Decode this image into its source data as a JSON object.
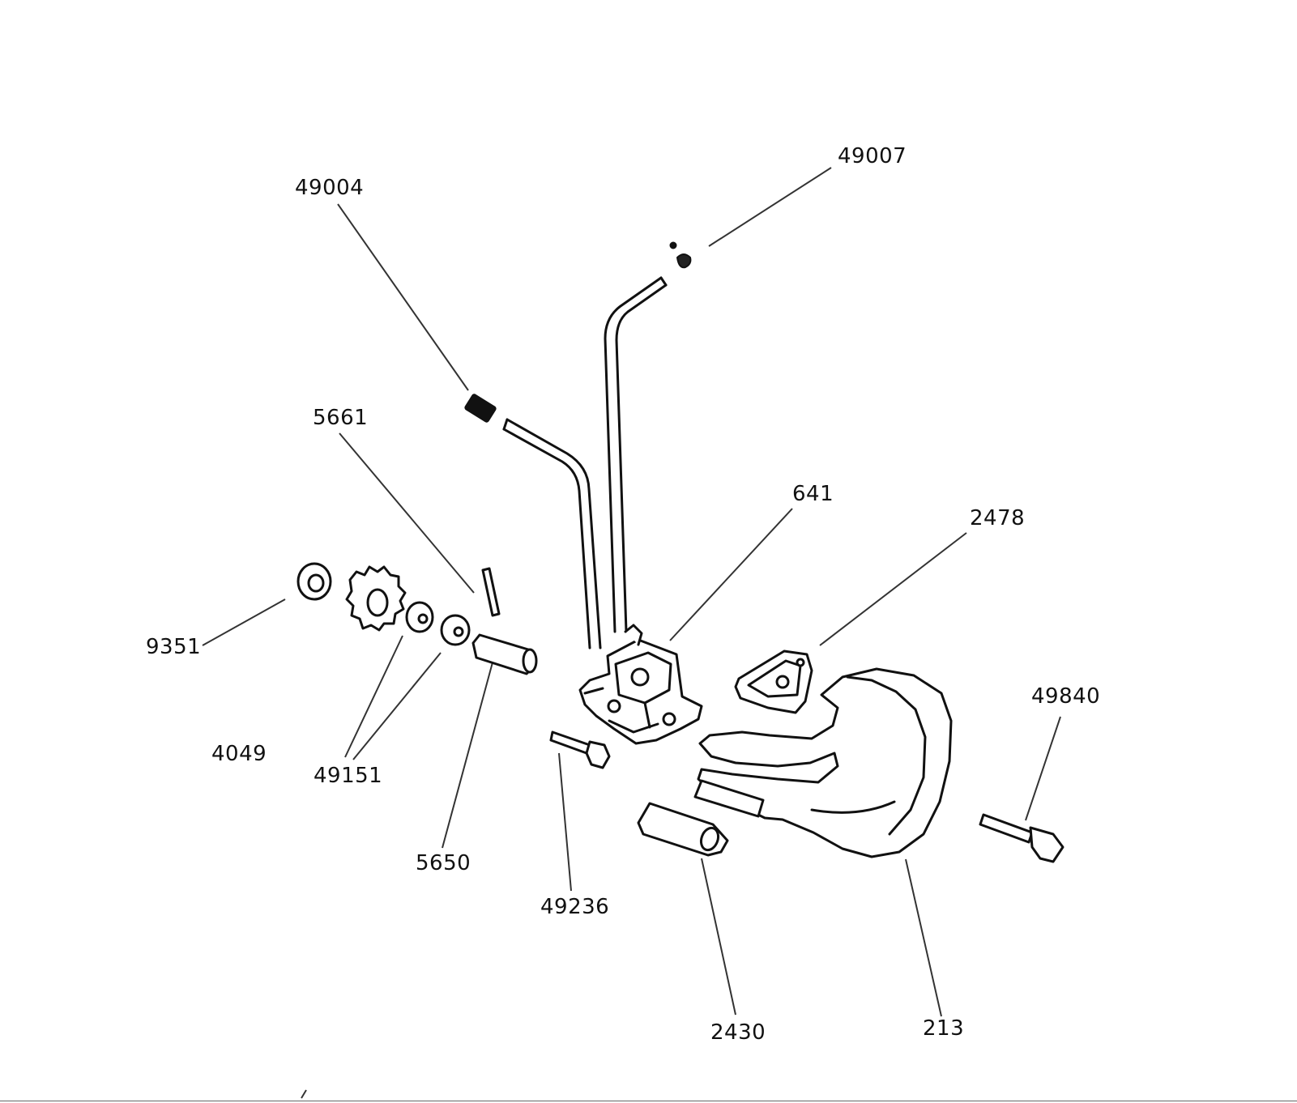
{
  "diagram": {
    "labels": {
      "p49007": "49007",
      "p49004": "49004",
      "p5661": "5661",
      "p641": "641",
      "p2478": "2478",
      "p9351": "9351",
      "p49840": "49840",
      "p4049": "4049",
      "p49151": "49151",
      "p5650": "5650",
      "p49236": "49236",
      "p2430": "2430",
      "p213": "213"
    }
  }
}
